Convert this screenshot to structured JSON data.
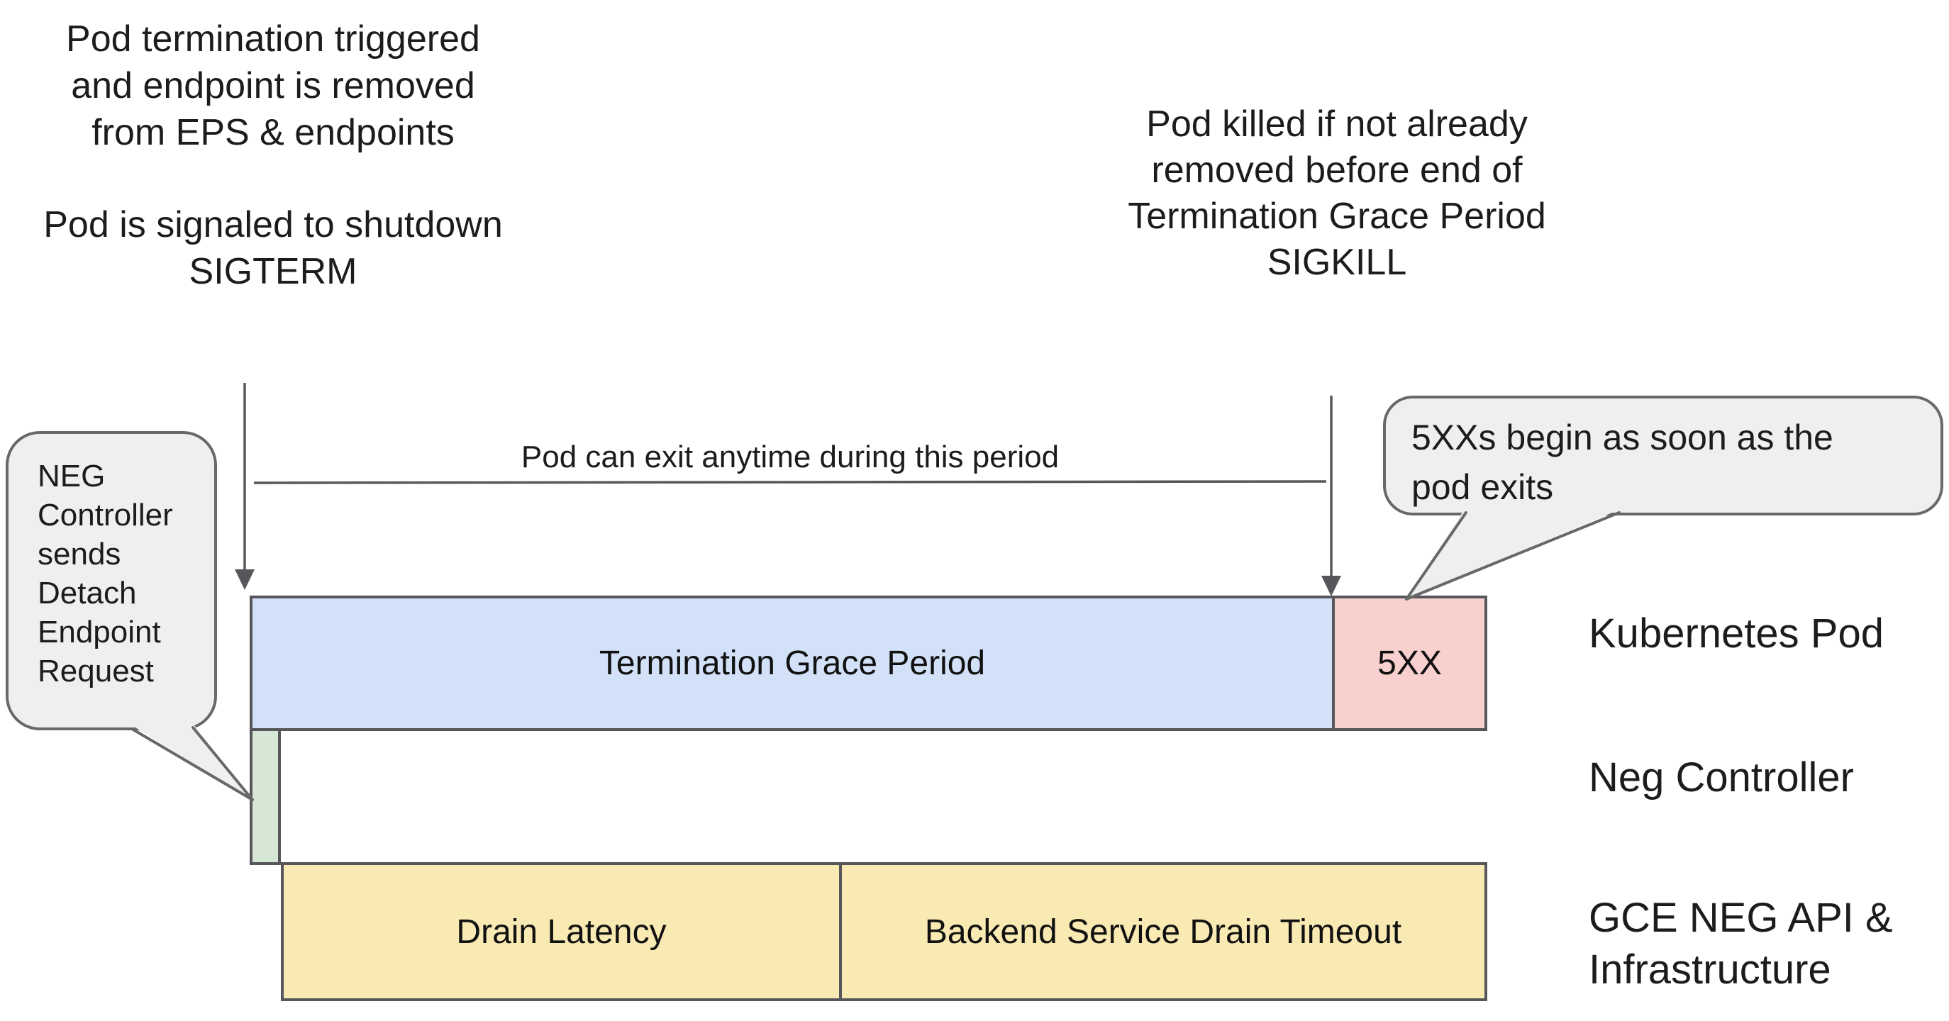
{
  "colors": {
    "termination_bar": "#d3e1f8",
    "error_bar": "#f8d0cd",
    "detach_bar": "#d6e8d5",
    "drain_bar": "#f9e9b2",
    "bubble_fill": "#efefef",
    "stroke": "#57575b",
    "bubble_stroke": "#686868"
  },
  "notes": {
    "top_left": {
      "para1": [
        "Pod termination triggered",
        "and endpoint is removed",
        "from EPS & endpoints"
      ],
      "para2": [
        "Pod is signaled to shutdown",
        "SIGTERM"
      ]
    },
    "top_right": [
      "Pod killed if not already",
      "removed before end of",
      "Termination Grace Period",
      "SIGKILL"
    ],
    "measure_label": "Pod can exit anytime during this period"
  },
  "callouts": {
    "neg_controller": [
      "NEG",
      "Controller",
      "sends",
      "Detach",
      "Endpoint",
      "Request"
    ],
    "errors_begin": [
      "5XXs begin as soon as the",
      "pod exits"
    ]
  },
  "timeline": {
    "termination_grace_period": "Termination Grace Period",
    "errors": "5XX",
    "drain_latency": "Drain Latency",
    "backend_drain_timeout": "Backend Service Drain Timeout"
  },
  "row_labels": {
    "kubernetes_pod": "Kubernetes Pod",
    "neg_controller": "Neg Controller",
    "gce_neg_line1": "GCE NEG API &",
    "gce_neg_line2": "Infrastructure"
  }
}
